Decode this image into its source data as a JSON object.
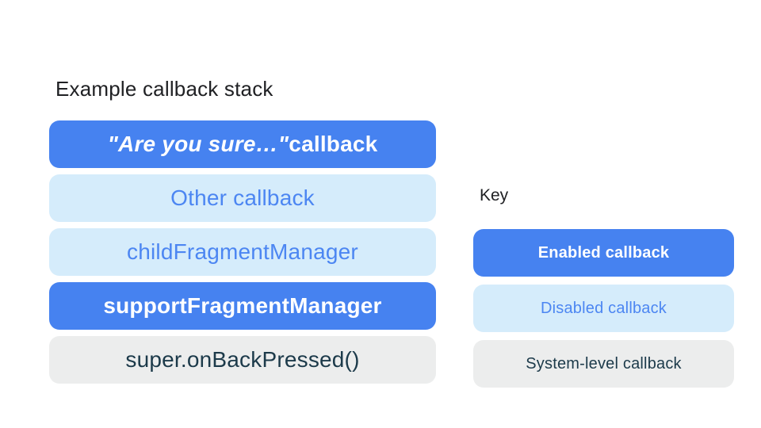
{
  "title": "Example callback stack",
  "stack": {
    "items": [
      {
        "id": "are-you-sure-callback",
        "label_quoted": "\"Are you sure…\"",
        "label_rest": " callback",
        "state": "enabled"
      },
      {
        "id": "other-callback",
        "label": "Other callback",
        "state": "disabled"
      },
      {
        "id": "child-fragment-manager",
        "label": "childFragmentManager",
        "state": "disabled"
      },
      {
        "id": "support-fragment-manager",
        "label": "supportFragmentManager",
        "state": "enabled"
      },
      {
        "id": "super-on-back-pressed",
        "label": "super.onBackPressed()",
        "state": "system"
      }
    ]
  },
  "key": {
    "title": "Key",
    "items": [
      {
        "id": "enabled",
        "label": "Enabled callback",
        "state": "enabled"
      },
      {
        "id": "disabled",
        "label": "Disabled callback",
        "state": "disabled"
      },
      {
        "id": "system",
        "label": "System-level callback",
        "state": "system"
      }
    ]
  },
  "colors": {
    "background": "#FFFFFF",
    "title_text": "#202124",
    "enabled_bg": "#4682F0",
    "enabled_text": "#FFFFFF",
    "disabled_bg": "#D5ECFB",
    "disabled_text": "#4C86F2",
    "system_bg": "#ECEDED",
    "system_text": "#1C3A4A"
  }
}
